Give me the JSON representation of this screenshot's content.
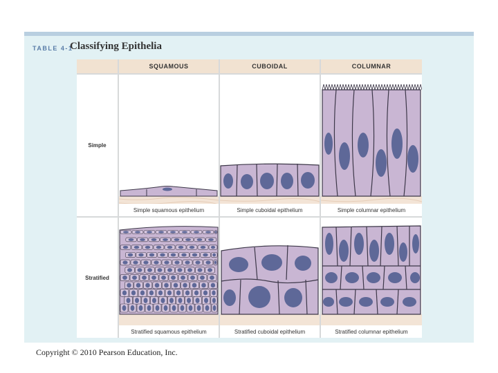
{
  "table": {
    "number_label": "TABLE 4-1",
    "title": "Classifying Epithelia",
    "column_headers": [
      "SQUAMOUS",
      "CUBOIDAL",
      "COLUMNAR"
    ],
    "row_labels": [
      "Simple",
      "Stratified"
    ],
    "captions": {
      "simple_squamous": "Simple squamous epithelium",
      "simple_cuboidal": "Simple cuboidal epithelium",
      "simple_columnar": "Simple columnar epithelium",
      "stratified_squamous": "Stratified squamous epithelium",
      "stratified_cuboidal": "Stratified cuboidal epithelium",
      "stratified_columnar": "Stratified columnar epithelium"
    }
  },
  "colors": {
    "panel_bg": "#e2f1f4",
    "header_bg": "#f1e2d1",
    "cell_fill": "#c9b6d3",
    "nucleus": "#5e6898",
    "membrane": "#3c3748",
    "connective_tissue": "#f3e4d6"
  },
  "footer": {
    "copyright": "Copyright © 2010 Pearson Education, Inc."
  }
}
